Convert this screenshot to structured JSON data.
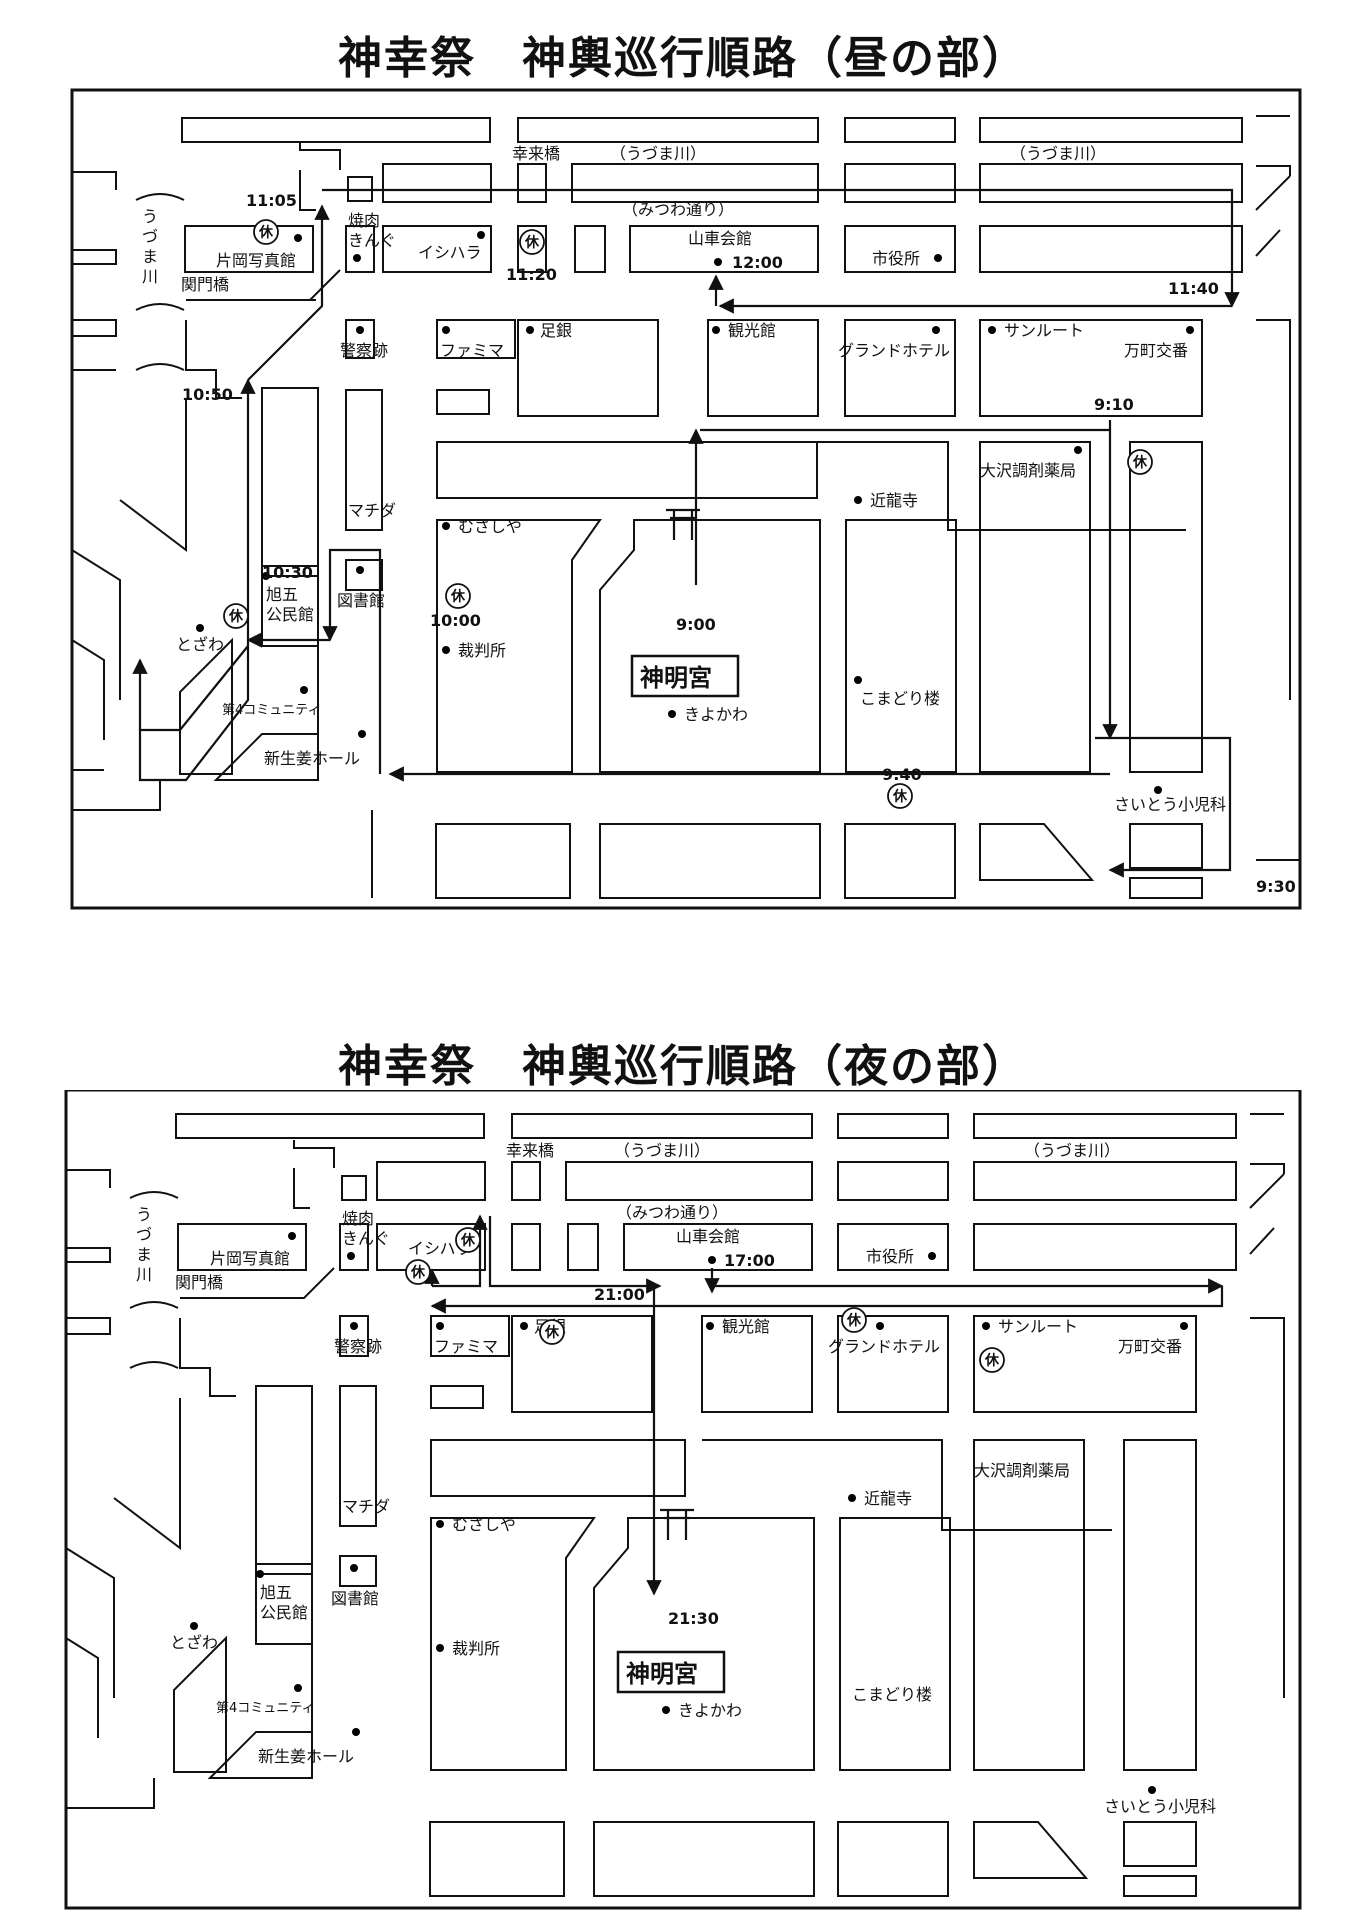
{
  "day": {
    "title": "神幸祭　神輿巡行順路（昼の部）",
    "streets": {
      "river1": "（うづま川）",
      "river2": "（うづま川）",
      "mitsuwa": "（みつわ通り）",
      "kourai": "幸来橋",
      "kanmon": "関門橋",
      "uzuma_v": [
        "う",
        "づ",
        "ま",
        "川"
      ]
    },
    "landmarks": {
      "kataoka": "片岡写真館",
      "yakiniku1": "焼肉",
      "yakiniku2": "きんぐ",
      "ishihara": "イシハラ",
      "yamaguruma": "山車会館",
      "shiyakusho": "市役所",
      "keisatsu": "警察跡",
      "famima": "ファミマ",
      "ashigin": "足銀",
      "kankokan": "観光館",
      "grand": "グランドホテル",
      "sunroute": "サンルート",
      "manmachi": "万町交番",
      "osawa": "大沢調剤薬局",
      "kinryuji": "近龍寺",
      "machida": "マチダ",
      "musashiya": "むさしや",
      "kyokasa1": "旭五",
      "kyokasa2": "公民館",
      "toshokan": "図書館",
      "saibansho": "裁判所",
      "shinmeigu": "神明宮",
      "kiyokawa": "きよかわ",
      "komadori": "こまどり楼",
      "tozawa": "とざわ",
      "dai4": "第4コミュニティ",
      "shinseiga": "新生姜ホール",
      "saito": "さいとう小児科"
    },
    "rest_mark": "休",
    "times": {
      "t0900": "9:00",
      "t0910": "9:10",
      "t0930": "9:30",
      "t0940": "9:40",
      "t1000": "10:00",
      "t1030": "10:30",
      "t1050": "10:50",
      "t1105": "11:05",
      "t1120": "11:20",
      "t1140": "11:40",
      "t1200": "12:00"
    }
  },
  "night": {
    "title": "神幸祭　神輿巡行順路（夜の部）",
    "streets": {
      "river1": "（うづま川）",
      "river2": "（うづま川）",
      "mitsuwa": "（みつわ通り）",
      "kourai": "幸来橋",
      "kanmon": "関門橋",
      "uzuma_v": [
        "う",
        "づ",
        "ま",
        "川"
      ]
    },
    "landmarks": {
      "kataoka": "片岡写真館",
      "yakiniku1": "焼肉",
      "yakiniku2": "きんぐ",
      "ishihara": "イシハラ",
      "yamaguruma": "山車会館",
      "shiyakusho": "市役所",
      "keisatsu": "警察跡",
      "famima": "ファミマ",
      "ashigin": "足銀",
      "kankokan": "観光館",
      "grand": "グランドホテル",
      "sunroute": "サンルート",
      "manmachi": "万町交番",
      "osawa": "大沢調剤薬局",
      "kinryuji": "近龍寺",
      "machida": "マチダ",
      "musashiya": "むさしや",
      "kyokasa1": "旭五",
      "kyokasa2": "公民館",
      "toshokan": "図書館",
      "saibansho": "裁判所",
      "shinmeigu": "神明宮",
      "kiyokawa": "きよかわ",
      "komadori": "こまどり楼",
      "tozawa": "とざわ",
      "dai4": "第4コミュニティ",
      "shinseiga": "新生姜ホール",
      "saito": "さいとう小児科"
    },
    "rest_mark": "休",
    "times": {
      "t1700": "17:00",
      "t2100": "21:00",
      "t2130": "21:30"
    }
  }
}
